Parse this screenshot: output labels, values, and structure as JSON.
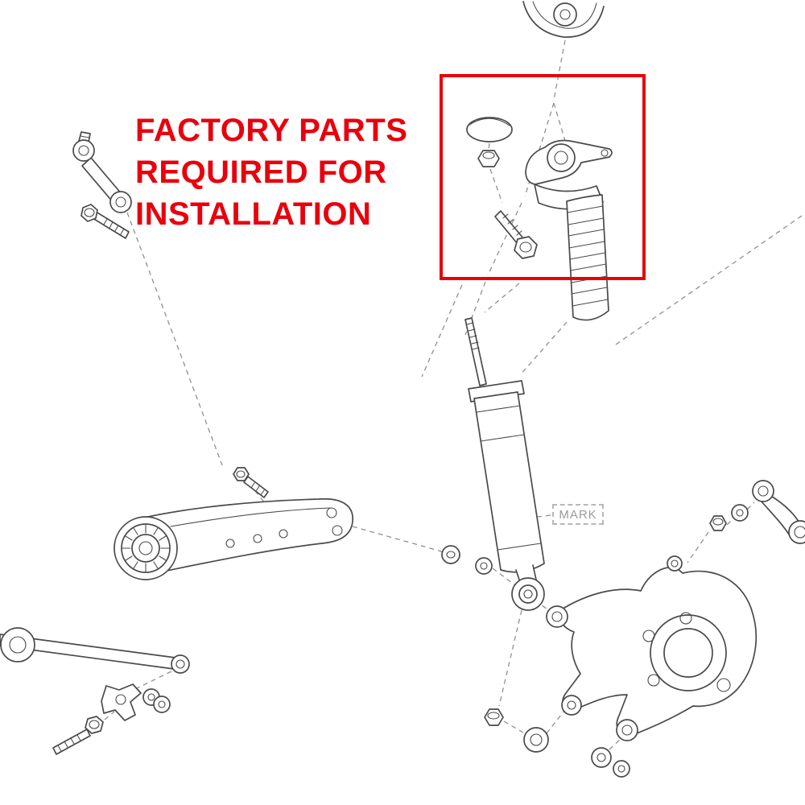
{
  "annotation": {
    "lines": [
      "FACTORY PARTS",
      "REQUIRED FOR",
      "INSTALLATION"
    ]
  },
  "mark_label": "MARK",
  "colors": {
    "accent": "#e8000d",
    "line": "#4a4a4a",
    "dashline": "#909090",
    "muted": "#9a9a9a",
    "bg": "#ffffff"
  },
  "parts": [
    "stabilizer-link",
    "stabilizer-bolt",
    "top-mount-fragment",
    "mount-cap",
    "mount-nut",
    "upper-mount",
    "mount-bolt",
    "dust-boot",
    "shock-absorber",
    "shock-washer-nut",
    "trailing-arm-bolt",
    "trailing-arm",
    "lateral-arm",
    "mount-bracket",
    "washer-stack",
    "lower-arm-bolt",
    "knuckle",
    "knuckle-fasteners",
    "upper-control-arm"
  ]
}
